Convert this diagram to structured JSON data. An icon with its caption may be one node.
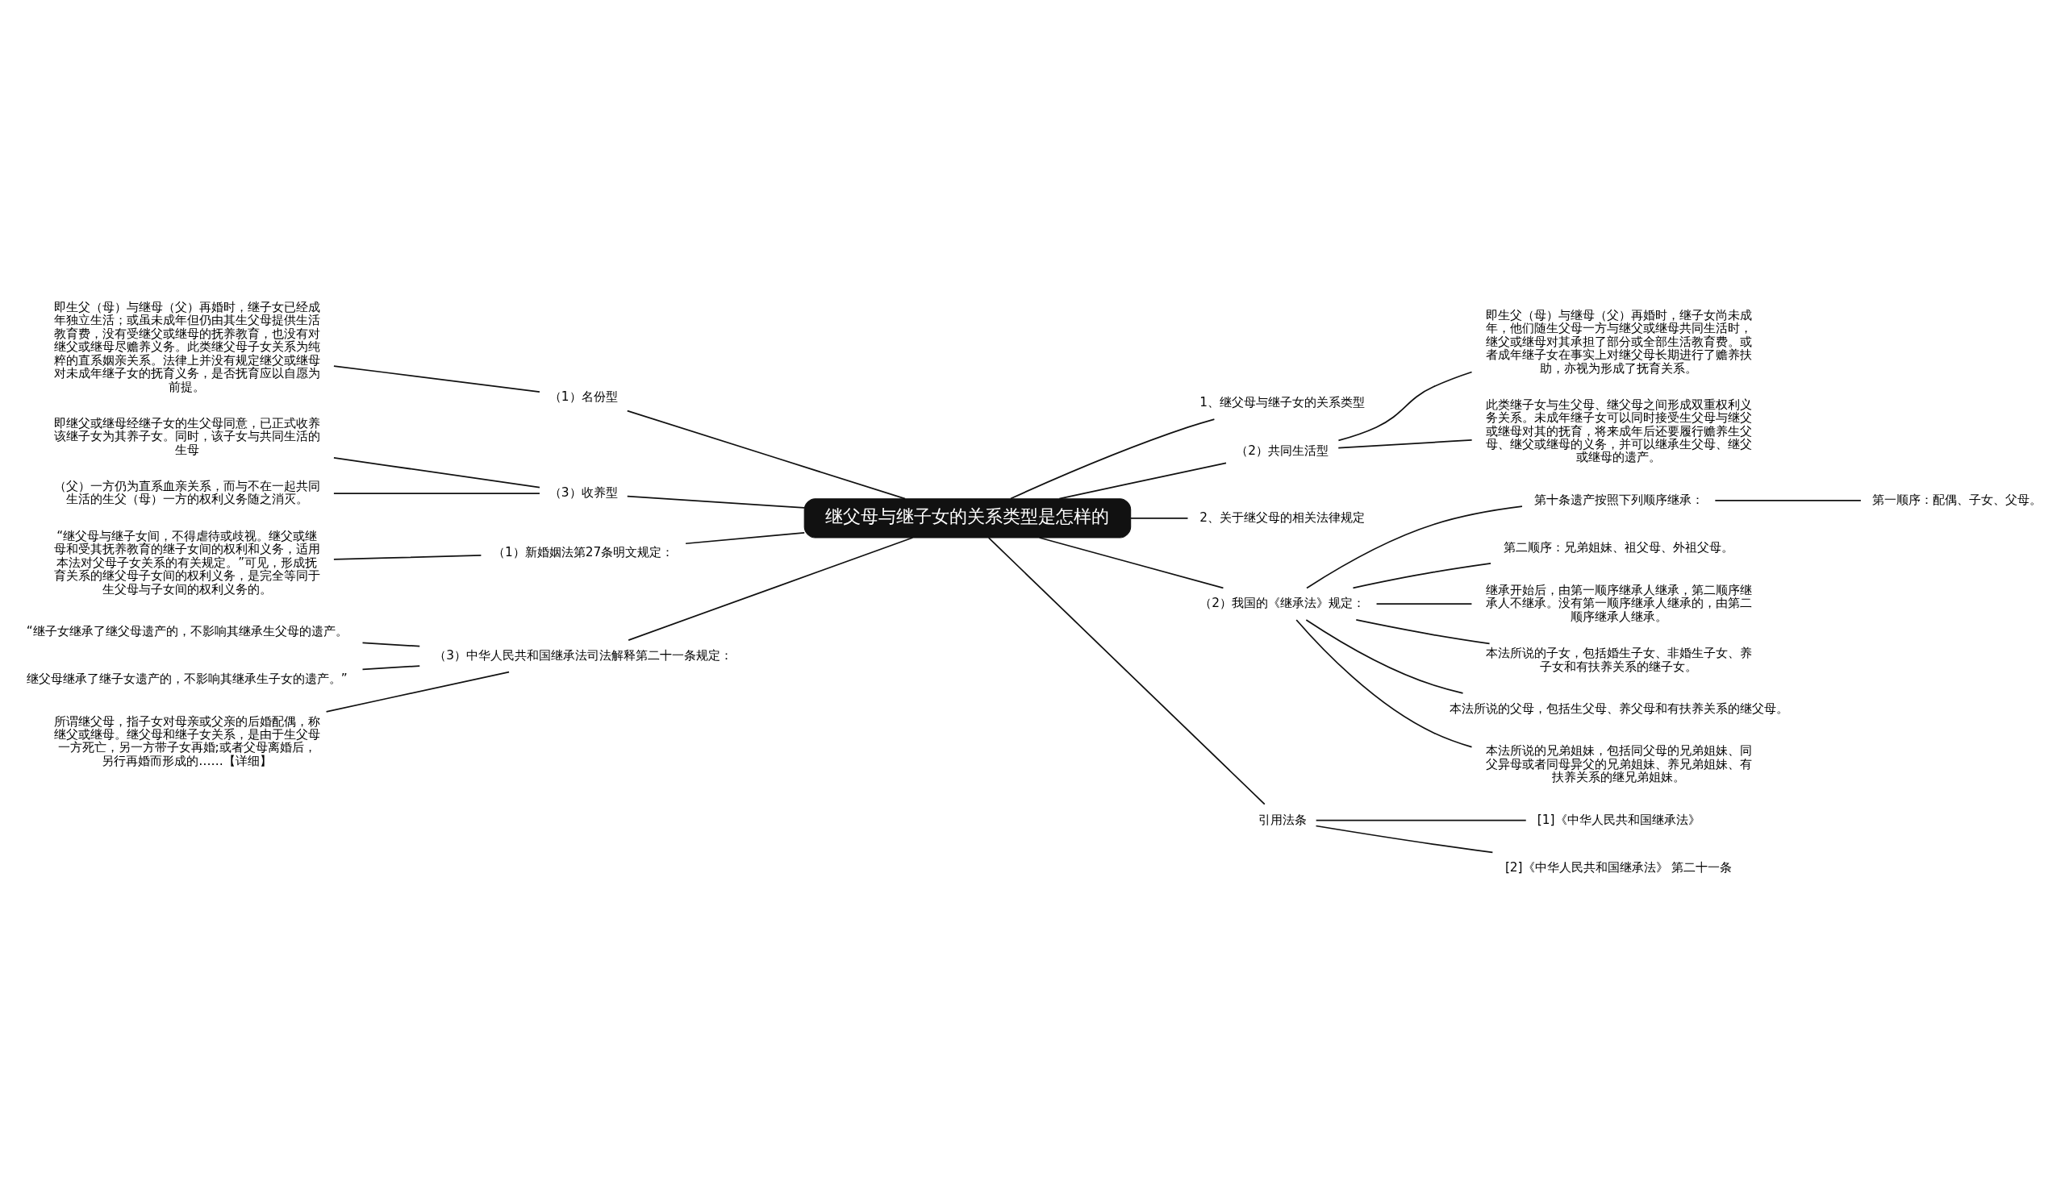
{
  "diagram": {
    "nodes": [
      {
        "text": [
          "继父母与继子女的关系类型是怎样的"
        ]
      },
      {
        "text": [
          "1、继父母与继子女的关系类型"
        ]
      },
      {
        "text": [
          "（1）名份型"
        ]
      },
      {
        "text": [
          "即生父（母）与继母（父）再婚时，继子女已经成年独立生活；或虽未成年但仍由其生父母提供生活教育费，没有受继父或继母的抚养教育，也没有对继父或继母尽赡养义务。此类继父母子女关系为纯粹的直系姻亲关系。法律上并没有规定继父或继母对未成年继子女的抚育义务，是否抚育应以自愿为前提。"
        ]
      },
      {
        "text": [
          "（2）共同生活型"
        ]
      },
      {
        "text": [
          "即生父（母）与继母（父）再婚时，继子女尚未成年，他们随生父母一方与继父或继母共同生活时，继父或继母对其承担了部分或全部生活教育费。或者成年继子女在事实上对继父母长期进行了赡养扶助，亦视为形成了抚育关系。"
        ]
      },
      {
        "text": [
          "此类继子女与生父母、继父母之间形成双重权利义务关系。未成年继子女可以同时接受生父母与继父或继母对其的抚育，将来成年后还要履行赡养生父母、继父或继母的义务，并可以继承生父母、继父或继母的遗产。"
        ]
      },
      {
        "text": [
          "（3）收养型"
        ]
      },
      {
        "text": [
          "即继父或继母经继子女的生父母同意，已正式收养该继子女为其养子女。同时，该子女与共同生活的生母"
        ]
      },
      {
        "text": [
          "（父）一方仍为直系血亲关系，而与不在一起共同生活的生父（母）一方的权利义务随之消灭。"
        ]
      },
      {
        "text": [
          "2、关于继父母的相关法律规定"
        ]
      },
      {
        "text": [
          "（1）新婚姻法第27条明文规定："
        ]
      },
      {
        "text": [
          "“继父母与继子女间，不得虐待或歧视。继父或继母和受其抚养教育的继子女间的权利和义务，适用本法对父母子女关系的有关规定。”可见，形成抚育关系的继父母子女间的权利义务，是完全等同于生父母与子女间的权利义务的。"
        ]
      },
      {
        "text": [
          "（2）我国的《继承法》规定："
        ]
      },
      {
        "text": [
          "第十条遗产按照下列顺序继承："
        ]
      },
      {
        "text": [
          "第一顺序：配偶、子女、父母。"
        ]
      },
      {
        "text": [
          "第二顺序：兄弟姐妹、祖父母、外祖父母。"
        ]
      },
      {
        "text": [
          "继承开始后，由第一顺序继承人继承，第二顺序继承人不继承。没有第一顺序继承人继承的，由第二顺序继承人继承。"
        ]
      },
      {
        "text": [
          "本法所说的子女，包括婚生子女、非婚生子女、养子女和有扶养关系的继子女。"
        ]
      },
      {
        "text": [
          "本法所说的父母，包括生父母、养父母和有扶养关系的继父母。"
        ]
      },
      {
        "text": [
          "本法所说的兄弟姐妹，包括同父母的兄弟姐妹、同父异母或者同母异父的兄弟姐妹、养兄弟姐妹、有扶养关系的继兄弟姐妹。"
        ]
      },
      {
        "text": [
          "（3）中华人民共和国继承法司法解释第二十一条规定："
        ]
      },
      {
        "text": [
          "“继子女继承了继父母遗产的，不影响其继承生父母的遗产。"
        ]
      },
      {
        "text": [
          "继父母继承了继子女遗产的，不影响其继承生子女的遗产。”"
        ]
      },
      {
        "text": [
          "所谓继父母，指子女对母亲或父亲的后婚配偶，称继父或继母。继父母和继子女关系，是由于生父母一方死亡，另一方带子女再婚;或者父母离婚后，另行再婚而形成的……【详细】"
        ]
      },
      {
        "text": [
          "引用法条"
        ]
      },
      {
        "text": [
          "[1]《中华人民共和国继承法》"
        ]
      },
      {
        "text": [
          "[2]《中华人民共和国继承法》 第二十一条"
        ]
      }
    ],
    "edges": [
      {
        "from": 0,
        "to": 1,
        "arrow": "none"
      },
      {
        "from": 0,
        "to": 2,
        "arrow": "none"
      },
      {
        "from": 2,
        "to": 3,
        "arrow": "none"
      },
      {
        "from": 0,
        "to": 4,
        "arrow": "none"
      },
      {
        "from": 4,
        "to": 5,
        "arrow": "none"
      },
      {
        "from": 4,
        "to": 6,
        "arrow": "none"
      },
      {
        "from": 0,
        "to": 7,
        "arrow": "none"
      },
      {
        "from": 7,
        "to": 8,
        "arrow": "none"
      },
      {
        "from": 7,
        "to": 9,
        "arrow": "none"
      },
      {
        "from": 0,
        "to": 10,
        "arrow": "none"
      },
      {
        "from": 0,
        "to": 11,
        "arrow": "none"
      },
      {
        "from": 11,
        "to": 12,
        "arrow": "none"
      },
      {
        "from": 0,
        "to": 13,
        "arrow": "none"
      },
      {
        "from": 13,
        "to": 14,
        "arrow": "none"
      },
      {
        "from": 14,
        "to": 15,
        "arrow": "none"
      },
      {
        "from": 13,
        "to": 16,
        "arrow": "none"
      },
      {
        "from": 13,
        "to": 17,
        "arrow": "none"
      },
      {
        "from": 13,
        "to": 18,
        "arrow": "none"
      },
      {
        "from": 13,
        "to": 19,
        "arrow": "none"
      },
      {
        "from": 13,
        "to": 20,
        "arrow": "none"
      },
      {
        "from": 0,
        "to": 21,
        "arrow": "none"
      },
      {
        "from": 21,
        "to": 22,
        "arrow": "none"
      },
      {
        "from": 21,
        "to": 23,
        "arrow": "none"
      },
      {
        "from": 21,
        "to": 24,
        "arrow": "none"
      },
      {
        "from": 0,
        "to": 25,
        "arrow": "none"
      },
      {
        "from": 25,
        "to": 26,
        "arrow": "none"
      },
      {
        "from": 25,
        "to": 27,
        "arrow": "none"
      }
    ]
  }
}
